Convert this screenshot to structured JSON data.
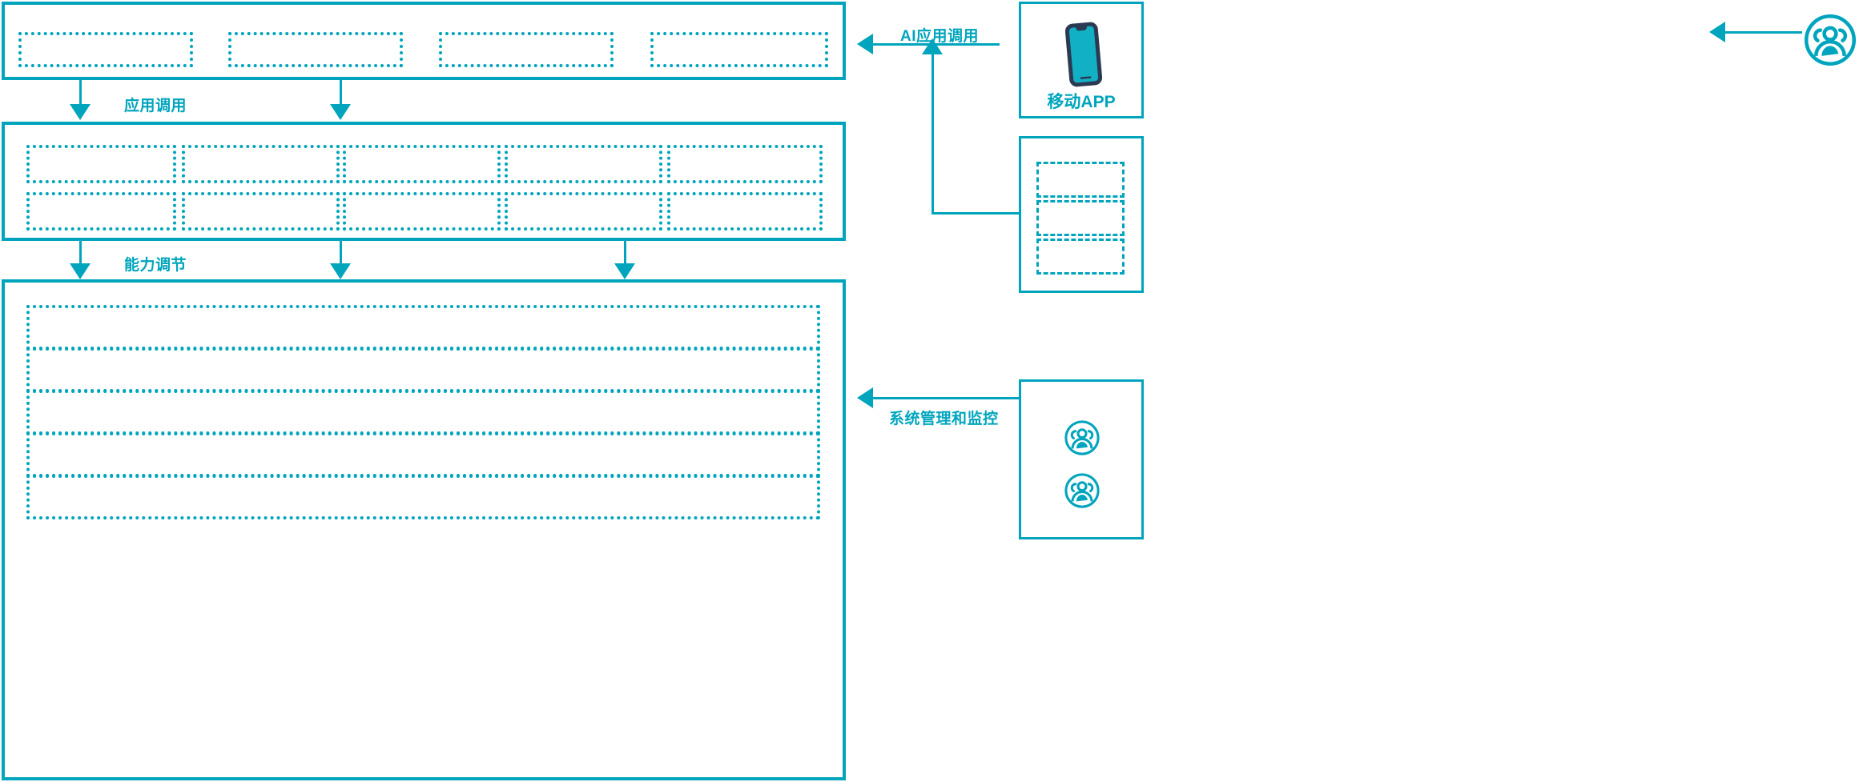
{
  "theme": {
    "accent": "#00a5bd",
    "icon_dark": "#2b3a52",
    "background": "#ffffff"
  },
  "flows": [
    {
      "id": "app-call",
      "label": "应用调用",
      "direction": "down"
    },
    {
      "id": "capability",
      "label": "能力调节",
      "direction": "down"
    },
    {
      "id": "ai-app-call",
      "label": "AI应用调用",
      "direction": "left"
    },
    {
      "id": "sys-mgmt",
      "label": "系统管理和监控",
      "direction": "left"
    }
  ],
  "layers": {
    "application": {
      "name": "application-layer",
      "slots": [
        {
          "label": ""
        },
        {
          "label": ""
        },
        {
          "label": ""
        },
        {
          "label": ""
        }
      ]
    },
    "capability": {
      "name": "capability-layer",
      "columns": 5,
      "rows": 2,
      "slots": [
        {
          "label": ""
        },
        {
          "label": ""
        },
        {
          "label": ""
        },
        {
          "label": ""
        },
        {
          "label": ""
        },
        {
          "label": ""
        },
        {
          "label": ""
        },
        {
          "label": ""
        },
        {
          "label": ""
        },
        {
          "label": ""
        }
      ]
    },
    "infrastructure": {
      "name": "infrastructure-layer",
      "slots": [
        {
          "label": ""
        },
        {
          "label": ""
        },
        {
          "label": ""
        },
        {
          "label": ""
        },
        {
          "label": ""
        }
      ]
    }
  },
  "right_column": {
    "mobile_app": {
      "name": "mobile-app-node",
      "label": "移动APP",
      "icon": "smartphone-icon"
    },
    "channel_stack": {
      "name": "channel-stack-node",
      "slots": [
        {
          "label": ""
        },
        {
          "label": ""
        },
        {
          "label": ""
        }
      ]
    },
    "operators": {
      "name": "operators-node",
      "icons": [
        {
          "icon": "user-group-icon"
        },
        {
          "icon": "user-group-icon"
        }
      ]
    },
    "end_user": {
      "name": "end-user-actor",
      "icon": "user-group-icon"
    }
  }
}
